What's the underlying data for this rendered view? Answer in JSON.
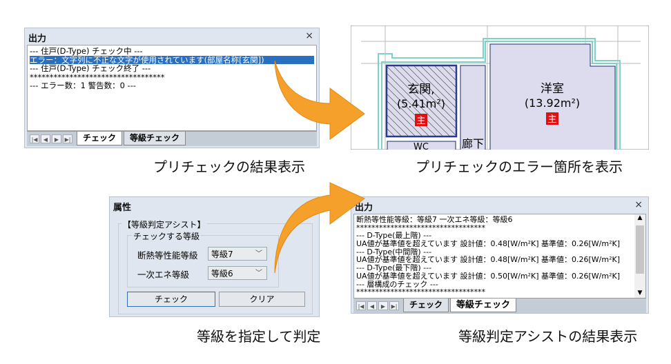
{
  "panel1": {
    "title": "出力",
    "close": "×",
    "lines": [
      "--- 住戸(D-Type) チェック中 ---",
      "エラー：文字列に不正な文字が使用されています(部屋名称[玄関])",
      "--- 住戸(D-Type) チェック終了 ---",
      "**********************************",
      "--- エラー数：1 警告数：0 ---"
    ],
    "selected_line": 1,
    "tabs": [
      "チェック",
      "等級チェック"
    ],
    "active_tab": 0,
    "caption": "プリチェックの結果表示"
  },
  "panel2": {
    "rooms": [
      {
        "name": "玄関,",
        "area": "(5.41m²)"
      },
      {
        "name": "洋室",
        "area": "(13.92m²)"
      },
      {
        "name": "廊下"
      },
      {
        "name": "WC"
      }
    ],
    "marker": "主",
    "caption": "プリチェックのエラー箇所を表示"
  },
  "panel3": {
    "title": "属性",
    "close": "×",
    "group": "【等級判定アシスト】",
    "subgroup": "チェックする等級",
    "fields": [
      {
        "label": "断熱等性能等級",
        "value": "等級7"
      },
      {
        "label": "一次エネ等級",
        "value": "等級6"
      }
    ],
    "buttons": {
      "check": "チェック",
      "clear": "クリア"
    },
    "caption": "等級を指定して判定"
  },
  "panel4": {
    "title": "出力",
    "close": "×",
    "lines": [
      "断熱等性能等級：等級7 一次エネ等級：等級6",
      "**********************************",
      "--- D-Type(最上階) ---",
      "UA値が基準値を超えています 設計値：0.48[W/m²K] 基準値：0.26[W/m²K]",
      "--- D-Type(中間階) ---",
      "UA値が基準値を超えています 設計値：0.48[W/m²K] 基準値：0.26[W/m²K]",
      "--- D-Type(最下階) ---",
      "UA値が基準値を超えています 設計値：0.50[W/m²K] 基準値：0.26[W/m²K]",
      "--- 層構成のチェック ---",
      "**********************************"
    ],
    "tabs": [
      "チェック",
      "等級チェック"
    ],
    "active_tab": 1,
    "caption": "等級判定アシストの結果表示"
  },
  "colors": {
    "arrow": "#f5a02a",
    "selection": "#2a6fc0",
    "room_fill": "#dcdcee",
    "room_border": "#1a2a60",
    "error_marker": "#e01010"
  }
}
